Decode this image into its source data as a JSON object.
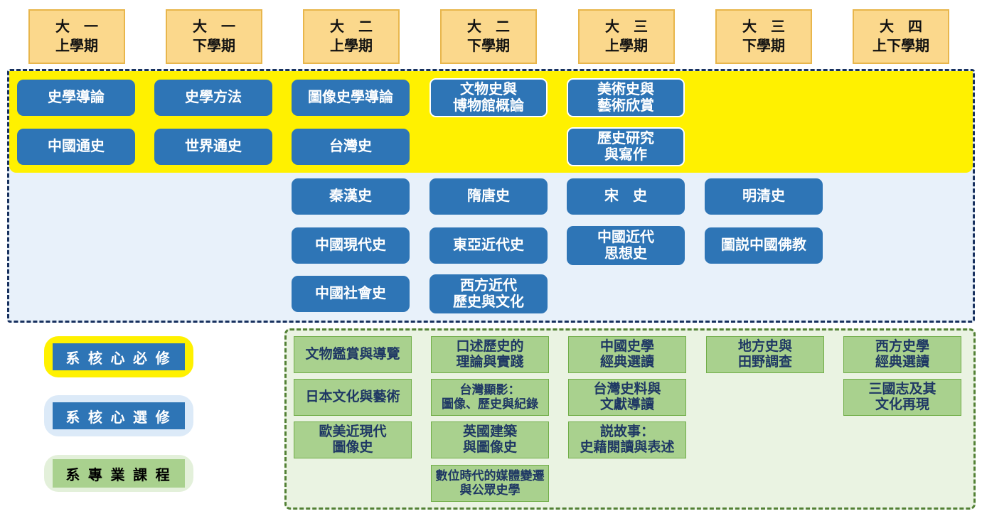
{
  "semesters": [
    "大　一\n上學期",
    "大　一\n下學期",
    "大　二\n上學期",
    "大　二\n下學期",
    "大　三\n上學期",
    "大　三\n下學期",
    "大　四\n上下學期"
  ],
  "courses": {
    "core_required": [
      "史學導論",
      "史學方法",
      "圖像史學導論",
      "文物史與\n博物館概論",
      "美術史與\n藝術欣賞",
      "中國通史",
      "世界通史",
      "台灣史",
      "歷史研究\n與寫作"
    ],
    "core_elective": [
      "秦漢史",
      "隋唐史",
      "宋　史",
      "明清史",
      "中國現代史",
      "東亞近代史",
      "中國近代\n思想史",
      "圖説中國佛教",
      "中國社會史",
      "西方近代\n歷史與文化"
    ],
    "professional": [
      "文物鑑賞與導覽",
      "口述歷史的\n理論與實踐",
      "中國史學\n經典選讀",
      "地方史與\n田野調查",
      "西方史學\n經典選讀",
      "日本文化與藝術",
      "台灣顯影：\n圖像、歷史與紀錄",
      "台灣史料與\n文獻導讀",
      "三國志及其\n文化再現",
      "歐美近現代\n圖像史",
      "英國建築\n與圖像史",
      "説故事：\n史藉閱讀與表述",
      "數位時代的媒體變遷\n與公眾史學"
    ]
  },
  "legend": {
    "core_required": "系 核 心 必 修",
    "core_elective": "系 核 心 選 修",
    "professional": "系 專 業 課 程"
  },
  "colors": {
    "course_blue": "#2E75B6",
    "band_yellow": "#FFF100",
    "band_light_blue": "#E8F1FA",
    "navy_dashed_border": "#17305E",
    "green_box_fill": "#A9D18E",
    "green_box_border": "#70AD47",
    "green_zone_fill": "#EAF3E2",
    "green_dashed_border": "#538135",
    "header_fill": "#FBD88C",
    "header_border": "#E8B64C",
    "green_box_text": "#1F3864"
  }
}
